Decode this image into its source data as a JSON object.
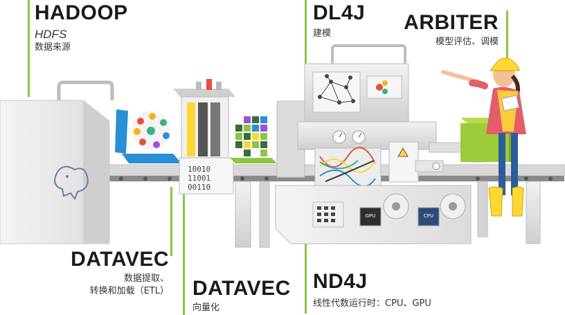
{
  "labels": {
    "hadoop": {
      "title": "HADOOP",
      "italic": "HDFS",
      "sub": "数据来源"
    },
    "dl4j": {
      "title": "DL4J",
      "sub": "建模"
    },
    "arbiter": {
      "title": "ARBITER",
      "sub": "模型评估、调模"
    },
    "datavec_etl": {
      "title": "DATAVEC",
      "sub1": "数据提取、",
      "sub2": "转换和加载（ETL）"
    },
    "datavec_vec": {
      "title": "DATAVEC",
      "sub": "向量化"
    },
    "nd4j": {
      "title": "ND4J",
      "sub": "线性代数运行时：CPU、GPU"
    }
  },
  "machine": {
    "binary": [
      "10010",
      "11001",
      "00110"
    ],
    "chip1": "GPU",
    "chip2": "CPU"
  },
  "colors": {
    "accent_green": "#8cc63f",
    "box_lime": "#9ecb3a",
    "machine_gray": "#e6e6e6"
  }
}
